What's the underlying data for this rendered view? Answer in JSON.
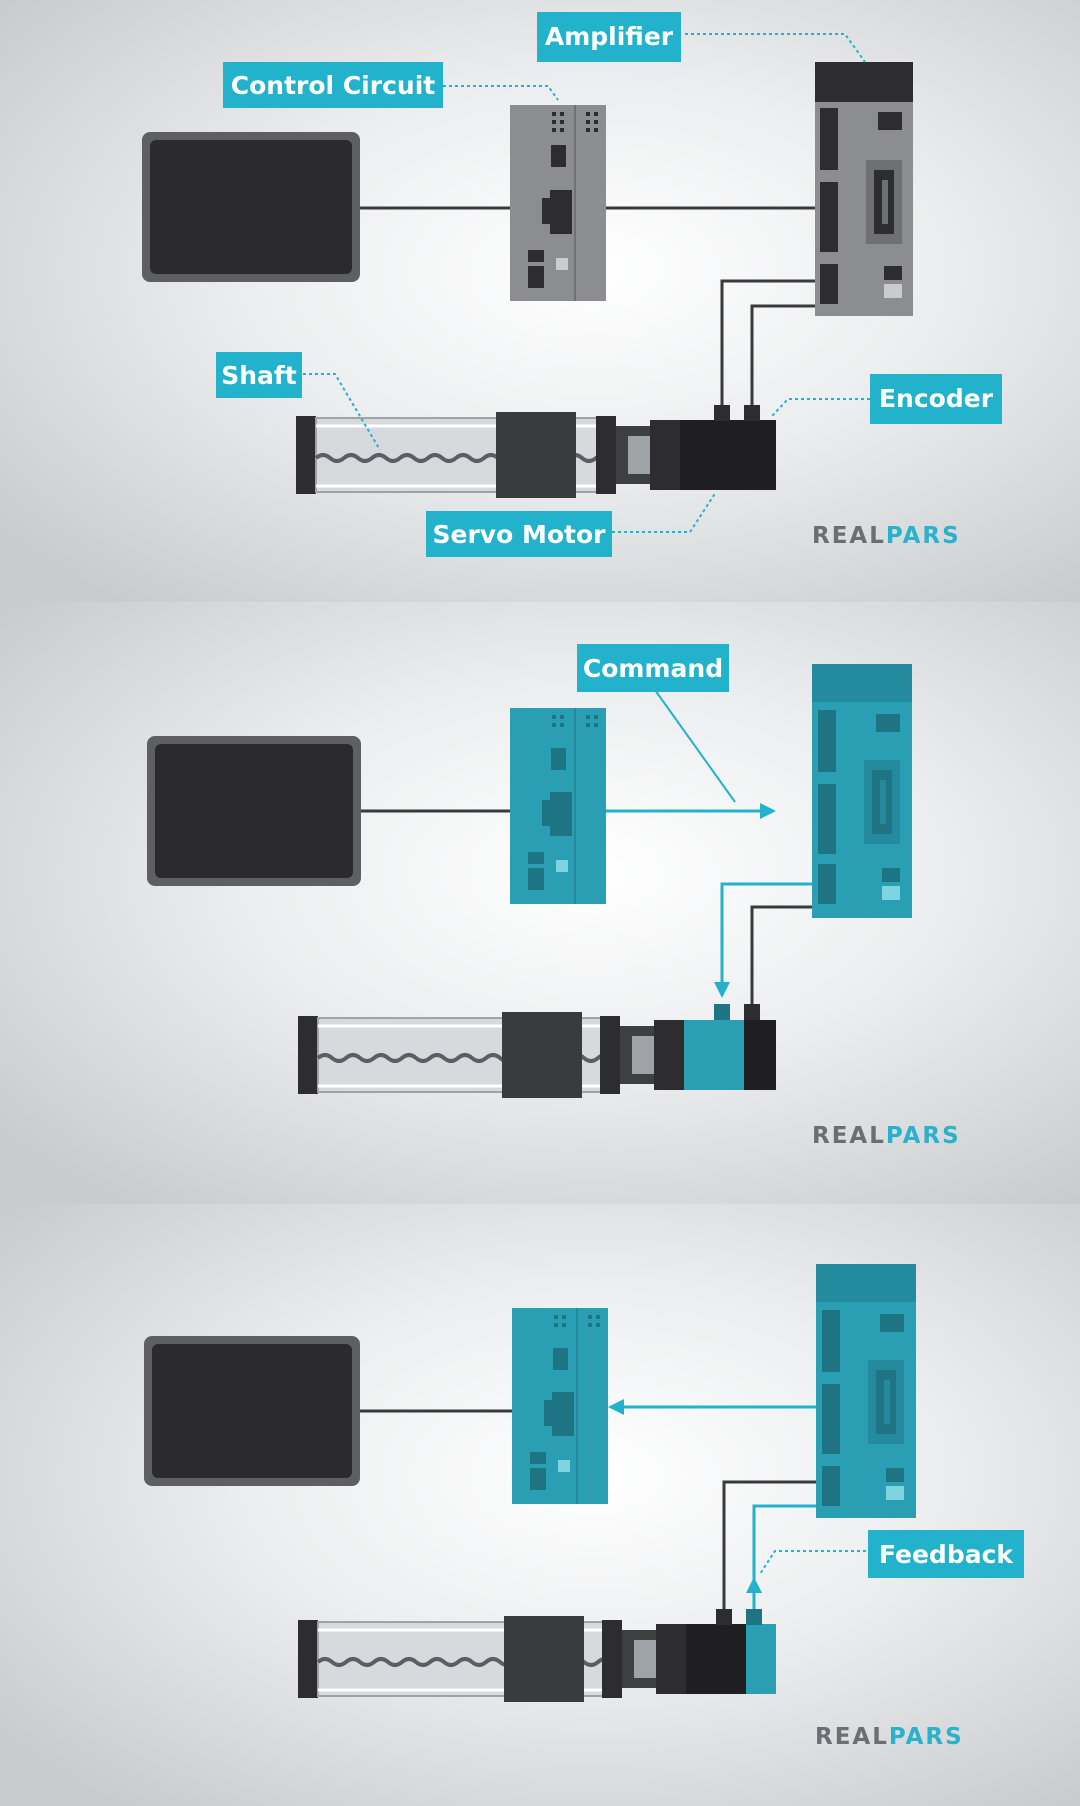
{
  "colors": {
    "accent": "#22b2cc",
    "teal_device": "#2a9fb3",
    "dark": "#2c2c2e",
    "gray_device": "#8a8c8f"
  },
  "panels": [
    {
      "labels": {
        "amplifier": "Amplifier",
        "control_circuit": "Control Circuit",
        "shaft": "Shaft",
        "encoder": "Encoder",
        "servo_motor": "Servo Motor"
      },
      "logo": {
        "part1": "REAL",
        "part2": "PARS"
      }
    },
    {
      "labels": {
        "command": "Command"
      },
      "logo": {
        "part1": "REAL",
        "part2": "PARS"
      }
    },
    {
      "labels": {
        "feedback": "Feedback"
      },
      "logo": {
        "part1": "REAL",
        "part2": "PARS"
      }
    }
  ]
}
